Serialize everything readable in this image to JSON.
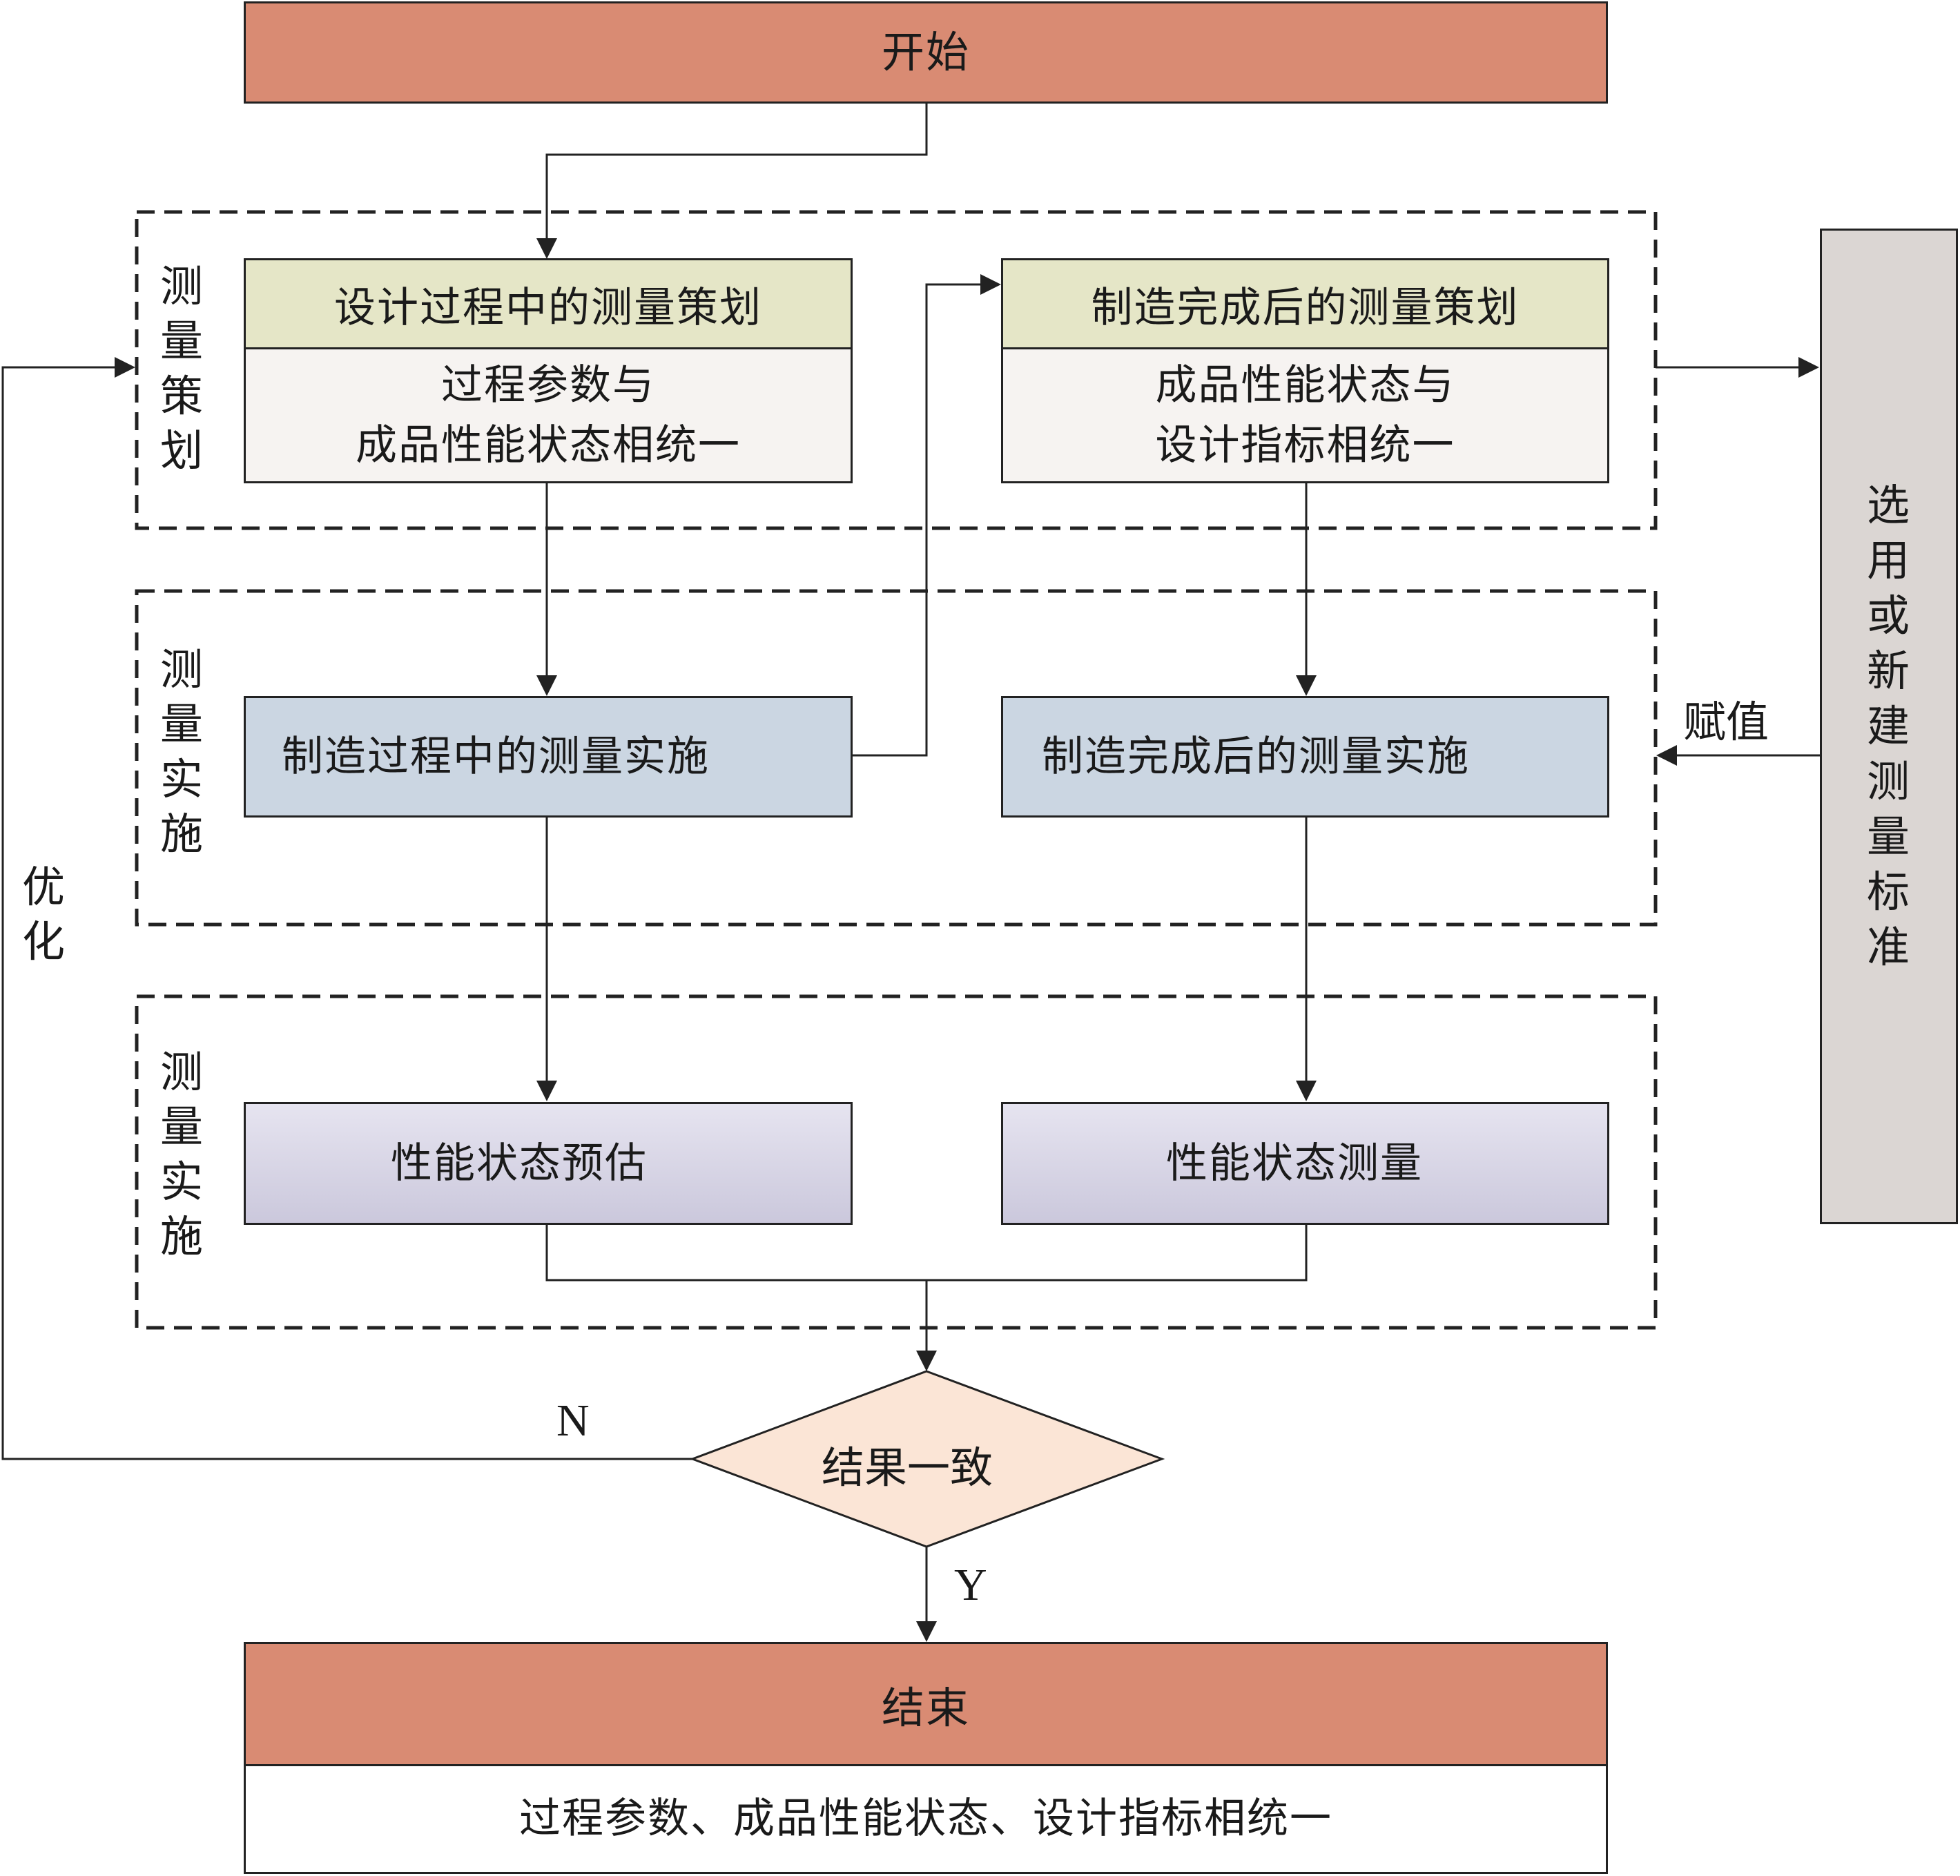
{
  "start": {
    "label": "开始"
  },
  "groups": [
    {
      "label": [
        "测",
        "量",
        "策",
        "划"
      ]
    },
    {
      "label": [
        "测",
        "量",
        "实",
        "施"
      ]
    },
    {
      "label": [
        "测",
        "量",
        "实",
        "施"
      ]
    }
  ],
  "planning": {
    "design": {
      "title": "设计过程中的测量策划",
      "line1": "过程参数与",
      "line2": "成品性能状态相统一"
    },
    "after": {
      "title": "制造完成后的测量策划",
      "line1": "成品性能状态与",
      "line2": "设计指标相统一"
    }
  },
  "implementation": {
    "during": "制造过程中的测量实施",
    "after": "制造完成后的测量实施"
  },
  "performance": {
    "estimate": "性能状态预估",
    "measure": "性能状态测量"
  },
  "decision": {
    "label": "结果一致",
    "no": "N",
    "yes": "Y"
  },
  "standard": {
    "label": [
      "选",
      "用",
      "或",
      "新",
      "建",
      "测",
      "量",
      "标",
      "准"
    ]
  },
  "assign_label": "赋值",
  "optimize_label": [
    "优",
    "化"
  ],
  "end": {
    "label": "结束",
    "subtitle": "过程参数、成品性能状态、设计指标相统一"
  },
  "colors": {
    "terminal": "#d98b73",
    "planning_head": "#e5e6c7",
    "planning_body": "#f6f3f1",
    "implementation": "#cbd6e2",
    "performance_top": "#e6e4f0",
    "performance_bottom": "#cbc8dc",
    "decision": "#fbe5d6",
    "standard": "#dbd6d3",
    "line": "#222222"
  }
}
